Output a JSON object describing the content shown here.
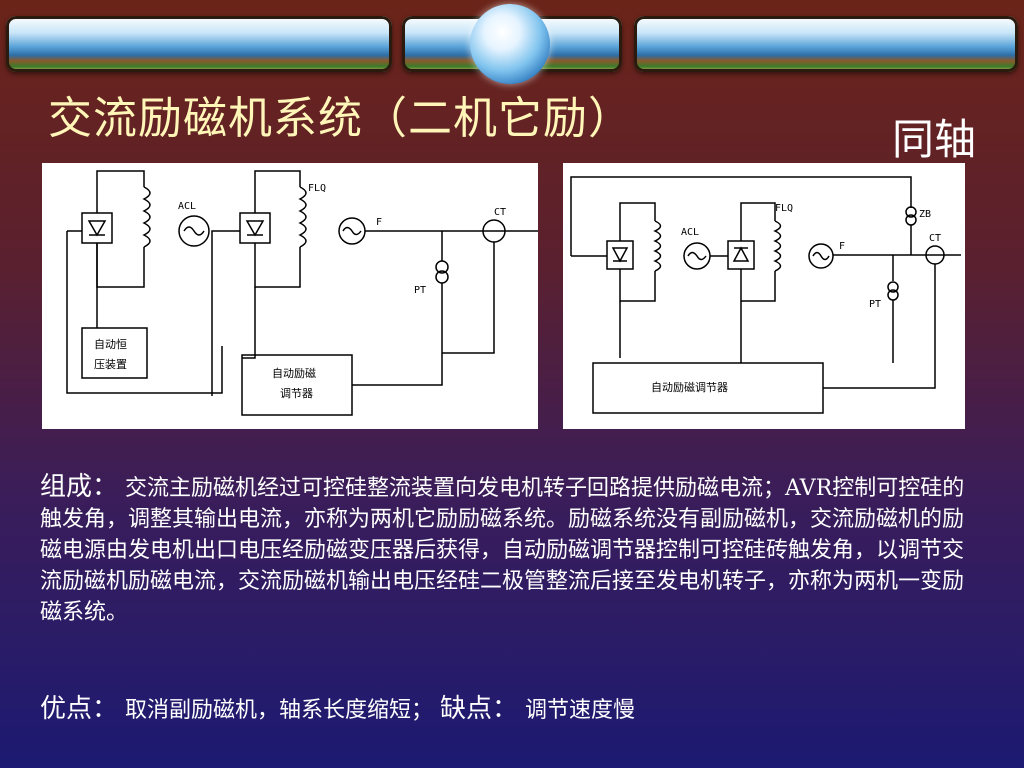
{
  "slide": {
    "title": "交流励磁机系统（二机它励）",
    "subtitle": "同轴"
  },
  "diagram_left": {
    "labels": {
      "acl": "ACL",
      "flq": "FLQ",
      "f": "F",
      "ct": "CT",
      "pt": "PT",
      "box1_line1": "自动恒",
      "box1_line2": "压装置",
      "box2_line1": "自动励磁",
      "box2_line2": "调节器"
    }
  },
  "diagram_right": {
    "labels": {
      "flq": "FLQ",
      "acl": "ACL",
      "zb": "ZB",
      "ct": "CT",
      "f": "F",
      "pt": "PT",
      "box": "自动励磁调节器"
    }
  },
  "text": {
    "composition_label": "组成：",
    "composition_body": "交流主励磁机经过可控硅整流装置向发电机转子回路提供励磁电流；AVR控制可控硅的触发角，调整其输出电流，亦称为两机它励励磁系统。励磁系统没有副励磁机，交流励磁机的励磁电源由发电机出口电压经励磁变压器后获得，自动励磁调节器控制可控硅砖触发角，以调节交流励磁机励磁电流，交流励磁机输出电压经硅二极管整流后接至发电机转子，亦称为两机一变励磁系统。",
    "pros_label": "优点：",
    "pros_body": "取消副励磁机，轴系长度缩短；",
    "cons_label": "缺点：",
    "cons_body": "调节速度慢"
  },
  "colors": {
    "title": "#fff6b8",
    "body_text": "#ffffff"
  }
}
